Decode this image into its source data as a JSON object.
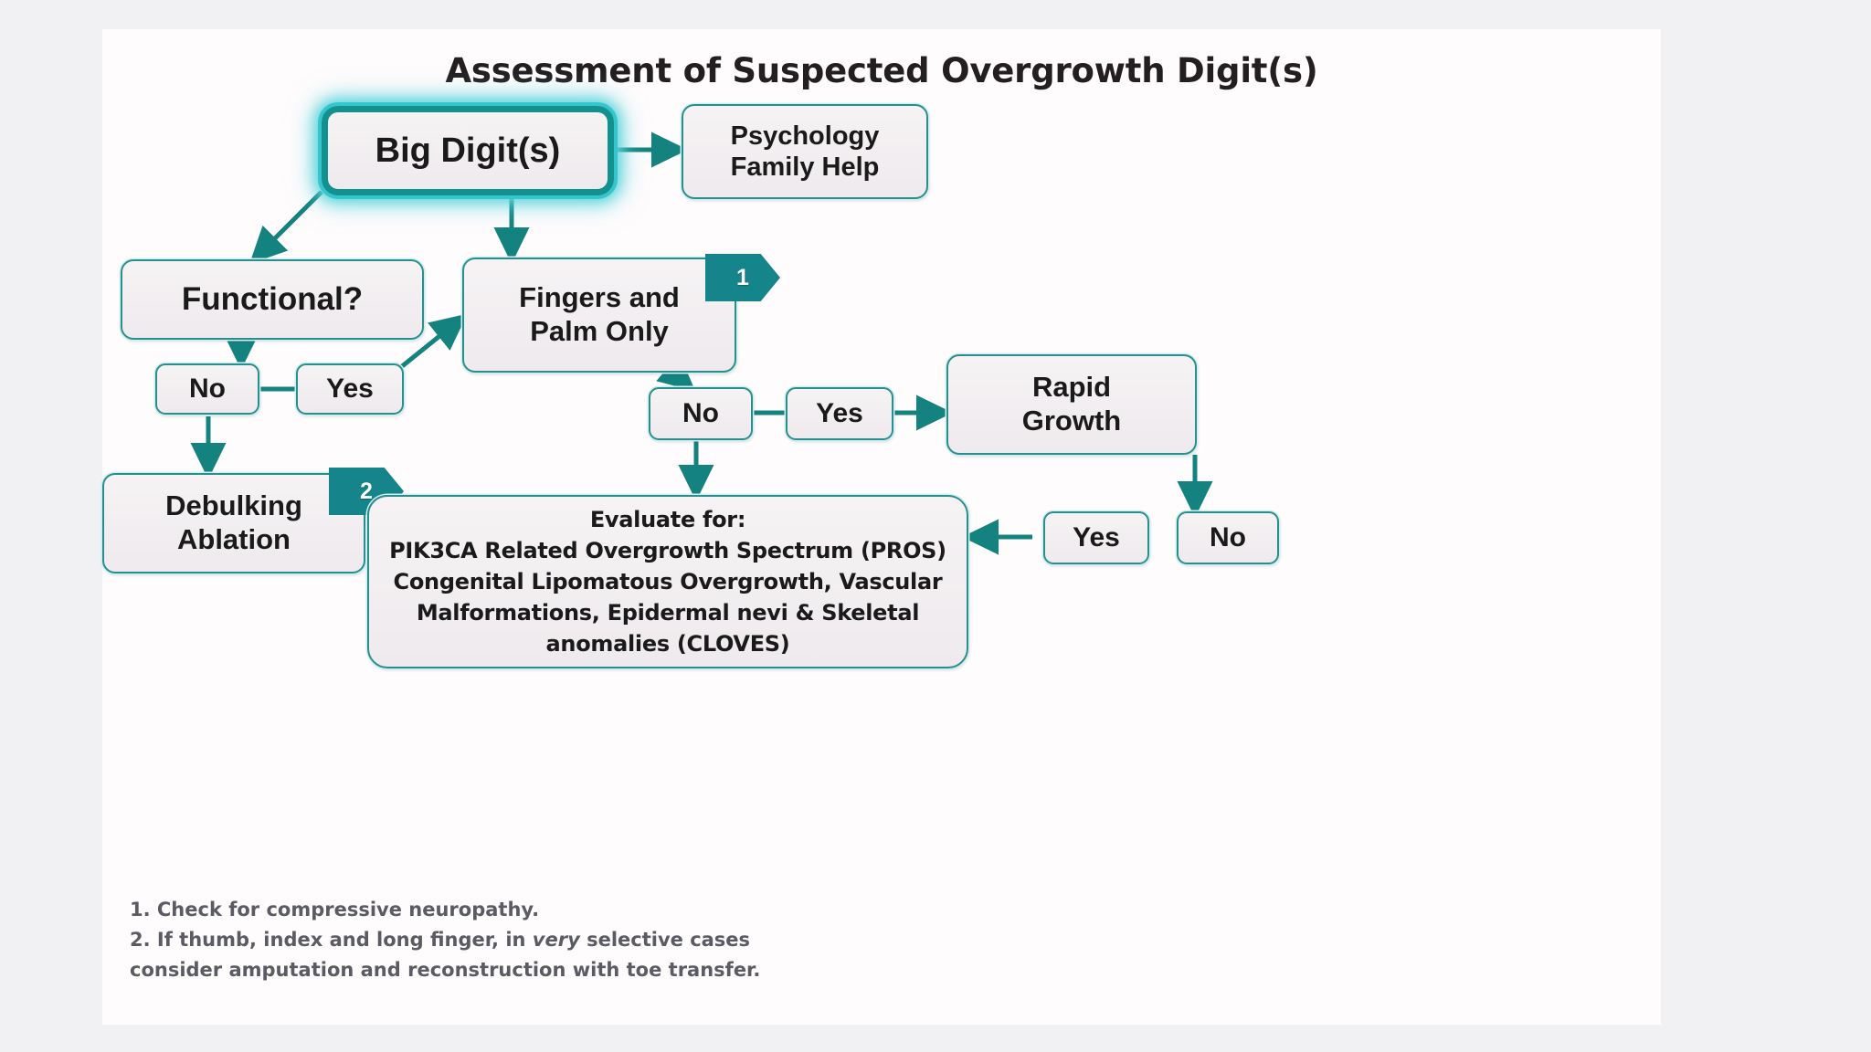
{
  "title": "Assessment of Suspected Overgrowth Digit(s)",
  "colors": {
    "accent": "#2a8f8c",
    "badge": "#15858b",
    "glow": "#5fd6dc",
    "node_fill": "#f2eef1",
    "canvas": "#fffcfd",
    "page_background": "#f1f0f3",
    "text": "#1a1a1a",
    "footnote_text": "#5b5b63"
  },
  "nodes": {
    "big_digits": "Big Digit(s)",
    "psychology_line1": "Psychology",
    "psychology_line2": "Family Help",
    "functional": "Functional?",
    "fingers_line1": "Fingers and",
    "fingers_line2": "Palm Only",
    "functional_no": "No",
    "functional_yes": "Yes",
    "debulking_line1": "Debulking",
    "debulking_line2": "Ablation",
    "fingers_no": "No",
    "fingers_yes": "Yes",
    "rapid_line1": "Rapid",
    "rapid_line2": "Growth",
    "rapid_yes": "Yes",
    "rapid_no": "No",
    "evaluate_line1": "Evaluate for:",
    "evaluate_line2": "PIK3CA Related Overgrowth Spectrum (PROS)",
    "evaluate_line3": "Congenital Lipomatous Overgrowth, Vascular",
    "evaluate_line4": "Malformations, Epidermal nevi & Skeletal",
    "evaluate_line5": "anomalies (CLOVES)"
  },
  "badges": {
    "one": "1",
    "two": "2"
  },
  "footnotes": {
    "line1": "1. Check for compressive neuropathy.",
    "line2_a": "2. If thumb, index and long finger, in ",
    "line2_em": "very",
    "line2_b": " selective cases",
    "line3": "consider amputation and reconstruction with toe transfer."
  },
  "chart_data": {
    "type": "flowchart",
    "title": "Assessment of Suspected Overgrowth Digit(s)",
    "nodes": [
      {
        "id": "big_digits",
        "label": "Big Digit(s)",
        "highlighted": true
      },
      {
        "id": "psychology",
        "label": "Psychology Family Help"
      },
      {
        "id": "functional",
        "label": "Functional?"
      },
      {
        "id": "fingers_palm",
        "label": "Fingers and Palm Only",
        "badge": "1"
      },
      {
        "id": "functional_no",
        "label": "No"
      },
      {
        "id": "functional_yes",
        "label": "Yes"
      },
      {
        "id": "debulking",
        "label": "Debulking Ablation",
        "badge": "2"
      },
      {
        "id": "fingers_no",
        "label": "No"
      },
      {
        "id": "fingers_yes",
        "label": "Yes"
      },
      {
        "id": "rapid_growth",
        "label": "Rapid Growth"
      },
      {
        "id": "rapid_yes",
        "label": "Yes"
      },
      {
        "id": "rapid_no",
        "label": "No"
      },
      {
        "id": "evaluate",
        "label": "Evaluate for: PIK3CA Related Overgrowth Spectrum (PROS) Congenital Lipomatous Overgrowth, Vascular Malformations, Epidermal nevi & Skeletal anomalies (CLOVES)"
      }
    ],
    "edges": [
      {
        "from": "big_digits",
        "to": "psychology",
        "arrow": true
      },
      {
        "from": "big_digits",
        "to": "functional",
        "arrow": true
      },
      {
        "from": "big_digits",
        "to": "fingers_palm",
        "arrow": true
      },
      {
        "from": "functional",
        "to": "functional_no",
        "arrow": true
      },
      {
        "from": "functional_no",
        "to": "functional_yes",
        "arrow": false
      },
      {
        "from": "functional_yes",
        "to": "fingers_palm",
        "arrow": true
      },
      {
        "from": "functional_no",
        "to": "debulking",
        "arrow": true
      },
      {
        "from": "fingers_palm",
        "to": "fingers_yes",
        "arrow": true
      },
      {
        "from": "fingers_no",
        "to": "fingers_yes",
        "arrow": false
      },
      {
        "from": "fingers_yes",
        "to": "rapid_growth",
        "arrow": true
      },
      {
        "from": "fingers_no",
        "to": "evaluate",
        "arrow": true
      },
      {
        "from": "rapid_growth",
        "to": "rapid_no",
        "arrow": true
      },
      {
        "from": "rapid_no",
        "to": "rapid_yes",
        "arrow": false
      },
      {
        "from": "rapid_yes",
        "to": "evaluate",
        "arrow": true
      }
    ],
    "footnotes": [
      "1. Check for compressive neuropathy.",
      "2. If thumb, index and long finger, in very selective cases consider amputation and reconstruction with toe transfer."
    ]
  }
}
